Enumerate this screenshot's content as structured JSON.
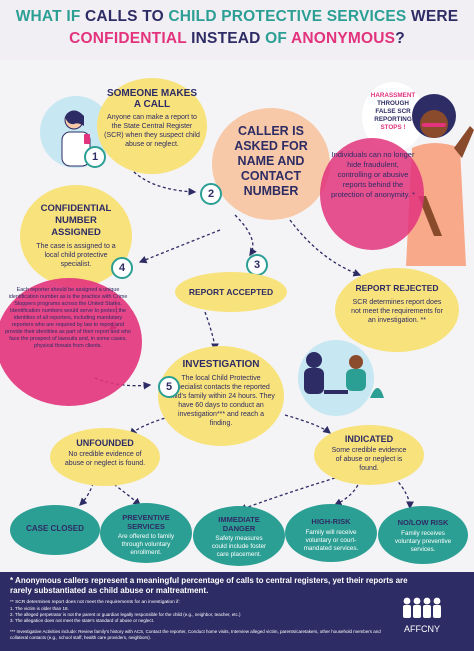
{
  "header": {
    "w1": "WHAT IF ",
    "w2": "CALLS TO ",
    "w3": "CHILD PROTECTIVE SERVICES ",
    "w4": "WERE",
    "w5": "CONFIDENTIAL ",
    "w6": "INSTEAD ",
    "w7": "OF ",
    "w8": "ANONYMOUS",
    "w9": "?"
  },
  "step1": {
    "number": "1",
    "title_a": "SOMEONE MAKES",
    "title_b": "A CALL",
    "body": "Anyone can make a report to the State Central Register (SCR) when they suspect child abuse or neglect."
  },
  "step2": {
    "number": "2",
    "title_a": "CALLER IS",
    "title_b": "ASKED FOR",
    "title_c": "NAME AND",
    "title_d": "CONTACT",
    "title_e": "NUMBER"
  },
  "harass": {
    "a": "HARASSMENT",
    "b": "THROUGH",
    "c": "FALSE SCR",
    "d": "REPORTING",
    "e": "STOPS !",
    "body": "Individuals can no longer hide fraudulent, controlling or abusive reports behind the protection of anonymity. *"
  },
  "confidential": {
    "title_a": "CONFIDENTIAL",
    "title_b": "NUMBER",
    "title_c": "ASSIGNED",
    "body": "The case is assigned to a local child protective specialist."
  },
  "step3": {
    "number": "3"
  },
  "step4": {
    "number": "4",
    "body": "Each reporter should be assigned a unique identification number as is the practice with Crime Stoppers programs across the United States. Identification numbers would serve to protect the identities of all reporters, including mandatory reporters who are required by law to report and provide their identities as part of their report and who face the prospect of lawsuits and, in some cases, physical threats from clients."
  },
  "accepted": {
    "title": "REPORT ACCEPTED"
  },
  "rejected": {
    "title": "REPORT REJECTED",
    "body": "SCR determines report does not meet the requirements for an investigation. **"
  },
  "investigation": {
    "number": "5",
    "title": "INVESTIGATION",
    "body": "The local Child Protective Specialist contacts the reported child's family within 24 hours. They have 60 days to conduct an investigation*** and reach a finding."
  },
  "unfounded": {
    "title": "UNFOUNDED",
    "body": "No credible evidence of abuse or neglect is found."
  },
  "indicated": {
    "title": "INDICATED",
    "body": "Some credible evidence of abuse or neglect is found."
  },
  "outcomes": [
    {
      "title": "CASE CLOSED",
      "body": ""
    },
    {
      "title_a": "PREVENTIVE",
      "title_b": "SERVICES",
      "body": "Are offered to family through voluntary enrollment."
    },
    {
      "title_a": "IMMEDIATE",
      "title_b": "DANGER",
      "body": "Safety measures could include foster care placement."
    },
    {
      "title": "HIGH-RISK",
      "body": "Family will receive voluntary or court-mandated services."
    },
    {
      "title": "NO/LOW RISK",
      "body": "Family receives voluntary preventive services."
    }
  ],
  "footer": {
    "note1": "* Anonymous callers represent a meaningful percentage of calls to central registers, yet their reports are rarely substantiated as child abuse or maltreatment.",
    "note2_intro": "** SCR determines report does not meet the requirements for an investigation if:",
    "note2_items": [
      "1. The victim is older than 18.",
      "2. The alleged perpetrator is not the parent or guardian legally responsible for the child (e.g., neighbor, teacher, etc.)",
      "3. The allegation does not meet the state's standard of abuse or neglect."
    ],
    "note3": "*** Investigative Activities include: Review family's history with ACS, Contact the reporter, Conduct home visits, Interview alleged victim, parents/caretakers, other household members and collateral contacts (e.g., school staff, health care providers, neighbors).",
    "logo": "AFFCNY"
  },
  "colors": {
    "navy": "#2e2c64",
    "pink": "#e2337c",
    "teal": "#2c9f94",
    "peach": "#f7c9a8",
    "yellow": "#f8e27c",
    "lightblue": "#c7e7f2"
  }
}
